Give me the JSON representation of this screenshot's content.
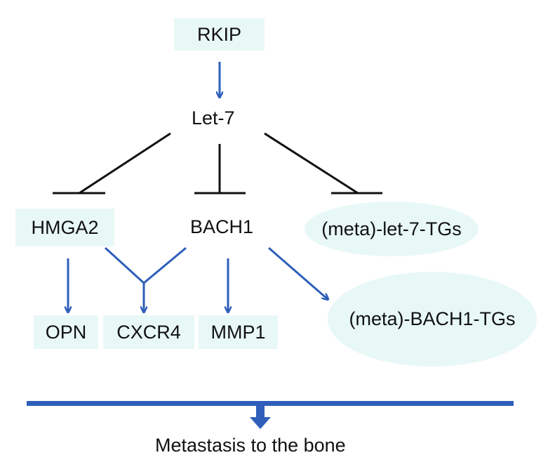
{
  "nodes": {
    "rkip": "RKIP",
    "let7": "Let-7",
    "hmga2": "HMGA2",
    "bach1": "BACH1",
    "meta_let7_tgs": "(meta)-let-7-TGs",
    "opn": "OPN",
    "cxcr4": "CXCR4",
    "mmp1": "MMP1",
    "meta_bach1_tgs": "(meta)-BACH1-TGs",
    "outcome": "Metastasis to the bone"
  },
  "colors": {
    "activation": "#2f5fba",
    "inhibition": "#111111",
    "node_fill": "#e8f8f6",
    "text": "#111111"
  },
  "edges": [
    {
      "from": "rkip",
      "to": "let7",
      "type": "activation"
    },
    {
      "from": "let7",
      "to": "hmga2",
      "type": "inhibition"
    },
    {
      "from": "let7",
      "to": "bach1",
      "type": "inhibition"
    },
    {
      "from": "let7",
      "to": "meta_let7_tgs",
      "type": "inhibition"
    },
    {
      "from": "hmga2",
      "to": "opn",
      "type": "activation"
    },
    {
      "from": "hmga2",
      "to": "cxcr4",
      "type": "activation"
    },
    {
      "from": "bach1",
      "to": "cxcr4",
      "type": "activation"
    },
    {
      "from": "bach1",
      "to": "mmp1",
      "type": "activation"
    },
    {
      "from": "bach1",
      "to": "meta_bach1_tgs",
      "type": "activation"
    },
    {
      "from": "all",
      "to": "outcome",
      "type": "activation"
    }
  ]
}
